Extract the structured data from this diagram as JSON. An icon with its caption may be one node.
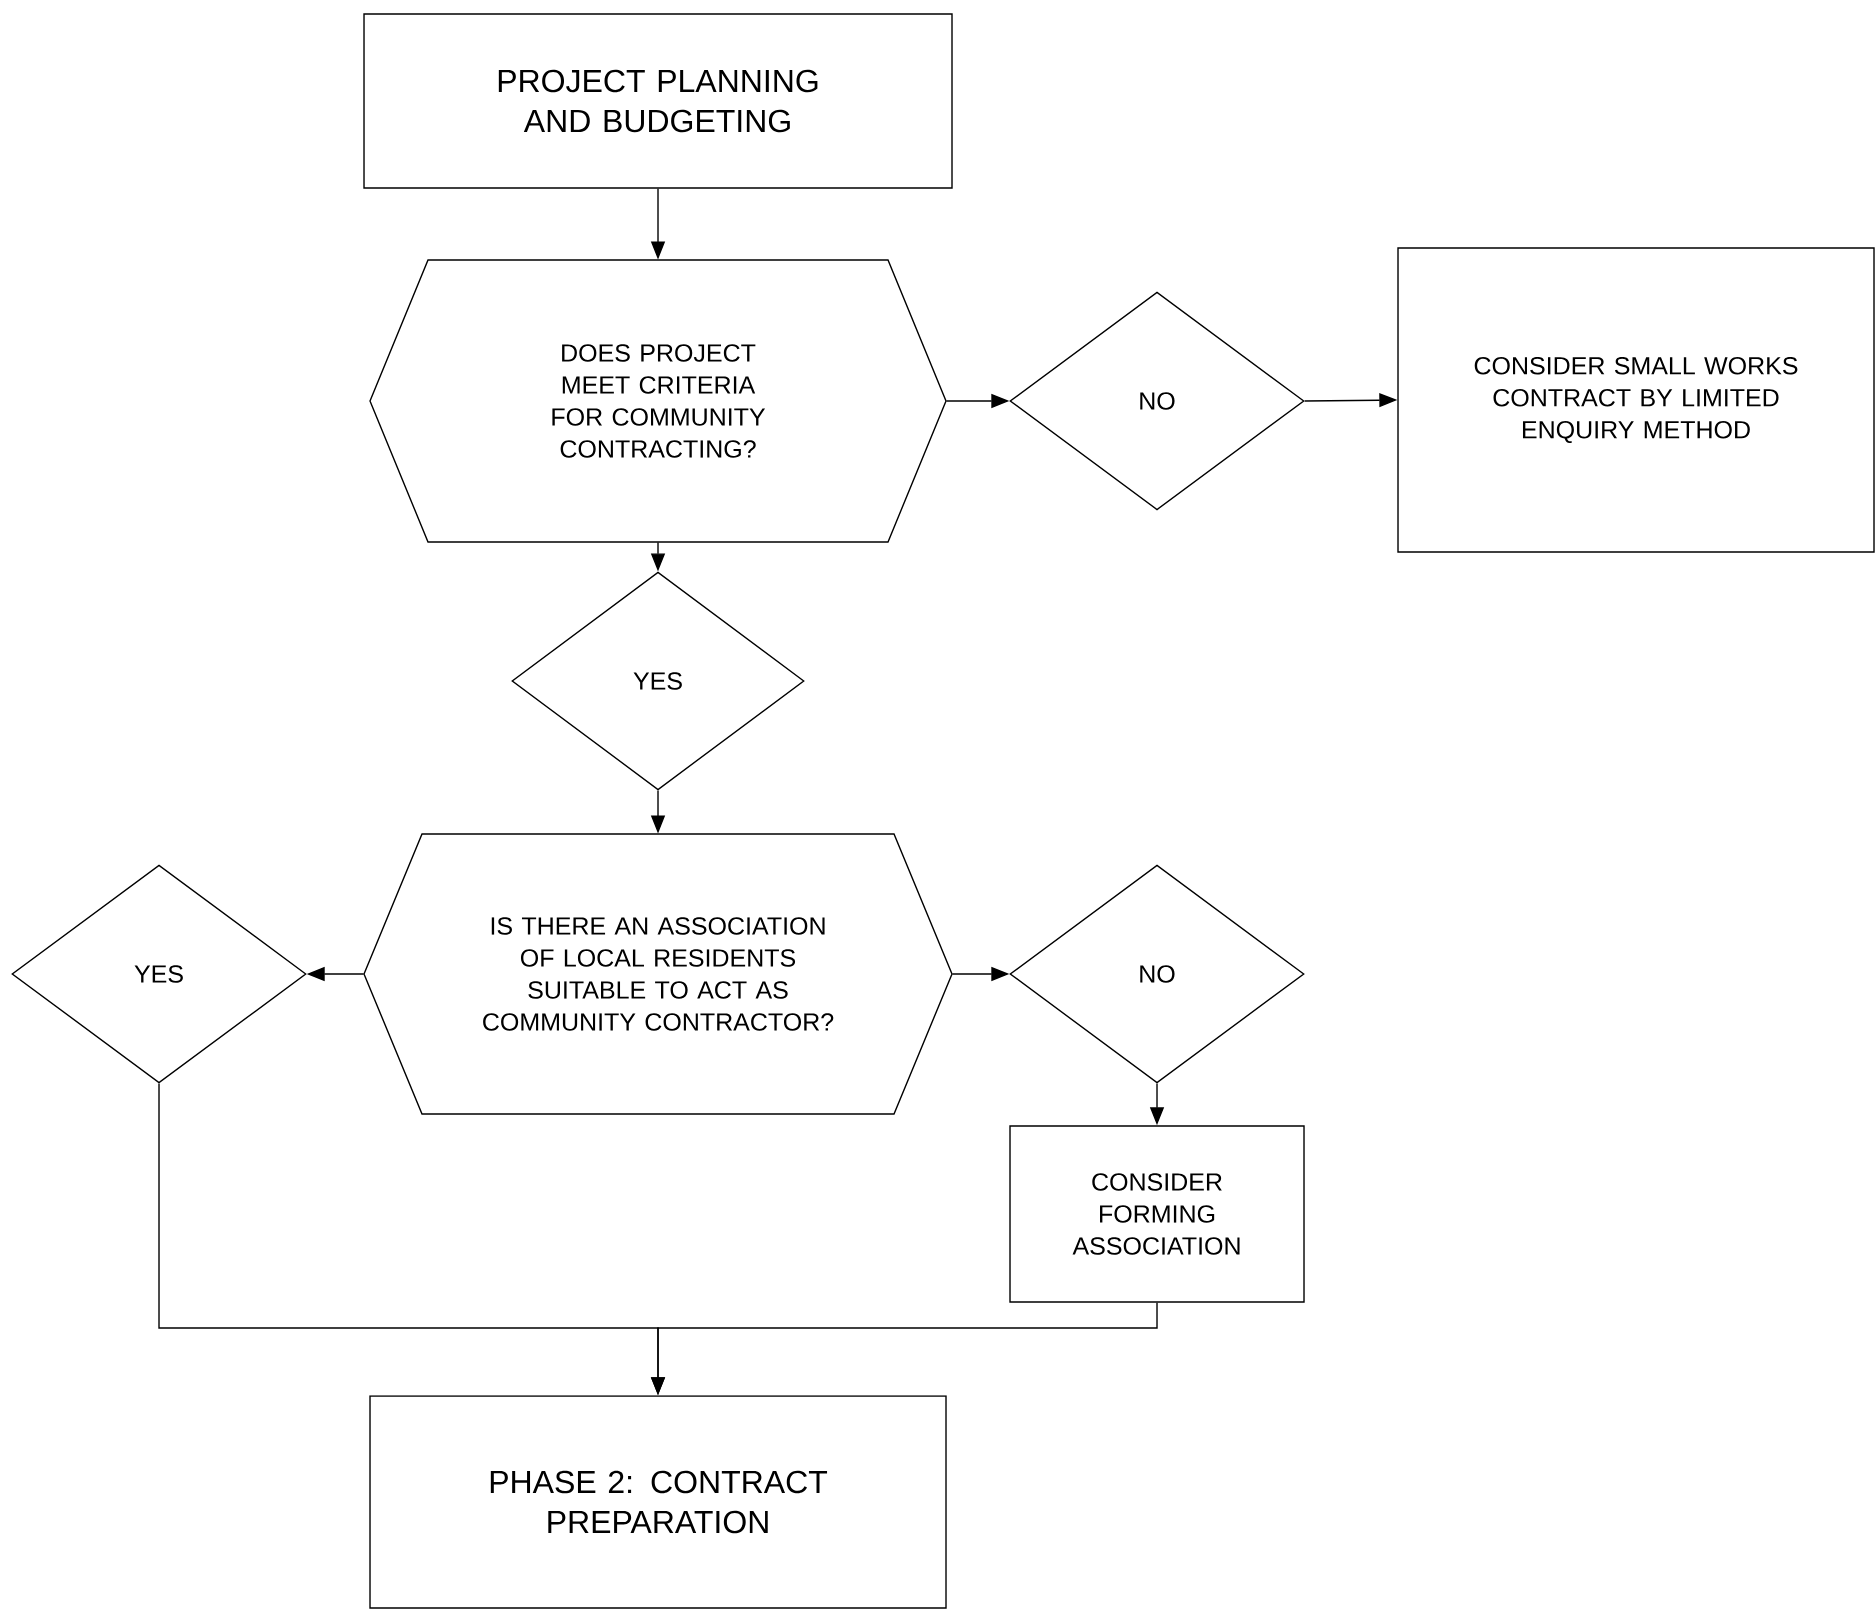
{
  "diagram": {
    "nodes": [
      {
        "text": [
          "PROJECT PLANNING AND BUDGETING"
        ]
      },
      {
        "text": [
          "DOES PROJECT MEET CRITERIA FOR COMMUNITY CONTRACTING?"
        ]
      },
      {
        "text": [
          "NO"
        ]
      },
      {
        "text": [
          "CONSIDER SMALL WORKS CONTRACT BY LIMITED ENQUIRY METHOD"
        ]
      },
      {
        "text": [
          "YES"
        ]
      },
      {
        "text": [
          "IS THERE AN ASSOCIATION OF LOCAL RESIDENTS SUITABLE TO ACT AS COMMUNITY CONTRACTOR?"
        ]
      },
      {
        "text": [
          "YES"
        ]
      },
      {
        "text": [
          "NO"
        ]
      },
      {
        "text": [
          "CONSIDER FORMING ASSOCIATION"
        ]
      },
      {
        "text": [
          "PHASE 2: CONTRACT PREPARATION"
        ]
      }
    ],
    "edges": [
      {
        "from": 0,
        "to": 1,
        "arrow": "to"
      },
      {
        "from": 1,
        "to": 2,
        "arrow": "to"
      },
      {
        "from": 2,
        "to": 3,
        "arrow": "to"
      },
      {
        "from": 1,
        "to": 4,
        "arrow": "to"
      },
      {
        "from": 4,
        "to": 5,
        "arrow": "to"
      },
      {
        "from": 5,
        "to": 6,
        "arrow": "to"
      },
      {
        "from": 5,
        "to": 7,
        "arrow": "to"
      },
      {
        "from": 7,
        "to": 8,
        "arrow": "to"
      },
      {
        "from": 6,
        "to": 9,
        "arrow": "to"
      },
      {
        "from": 8,
        "to": 9,
        "arrow": "to"
      }
    ]
  }
}
